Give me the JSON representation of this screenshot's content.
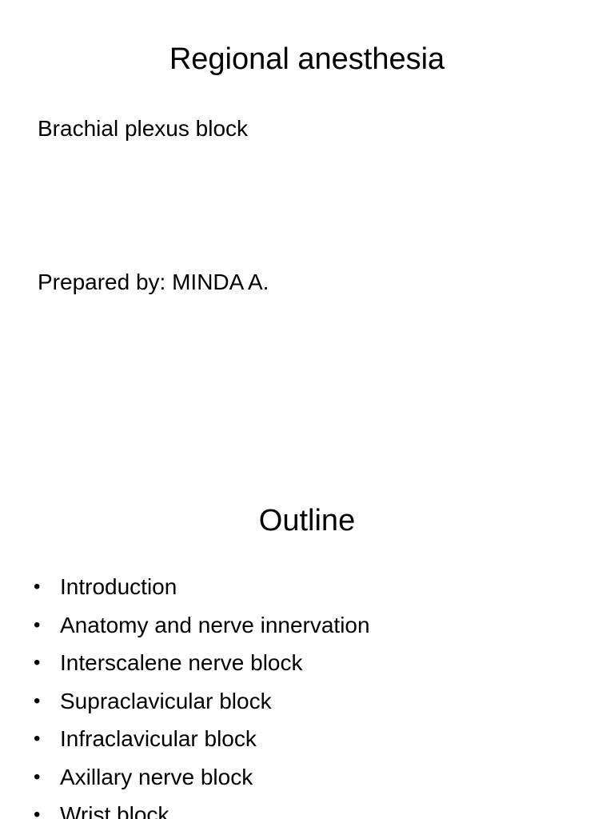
{
  "slide1": {
    "title": "Regional anesthesia",
    "lines": [
      "Brachial plexus block",
      "Prepared by: MINDA A."
    ]
  },
  "slide2": {
    "title": "Outline",
    "bullet_glyph": "•",
    "bullets": [
      "Introduction",
      "Anatomy and nerve innervation",
      "Interscalene nerve block",
      "Supraclavicular block",
      "Infraclavicular block",
      "Axillary nerve block",
      "Wrist block"
    ]
  }
}
